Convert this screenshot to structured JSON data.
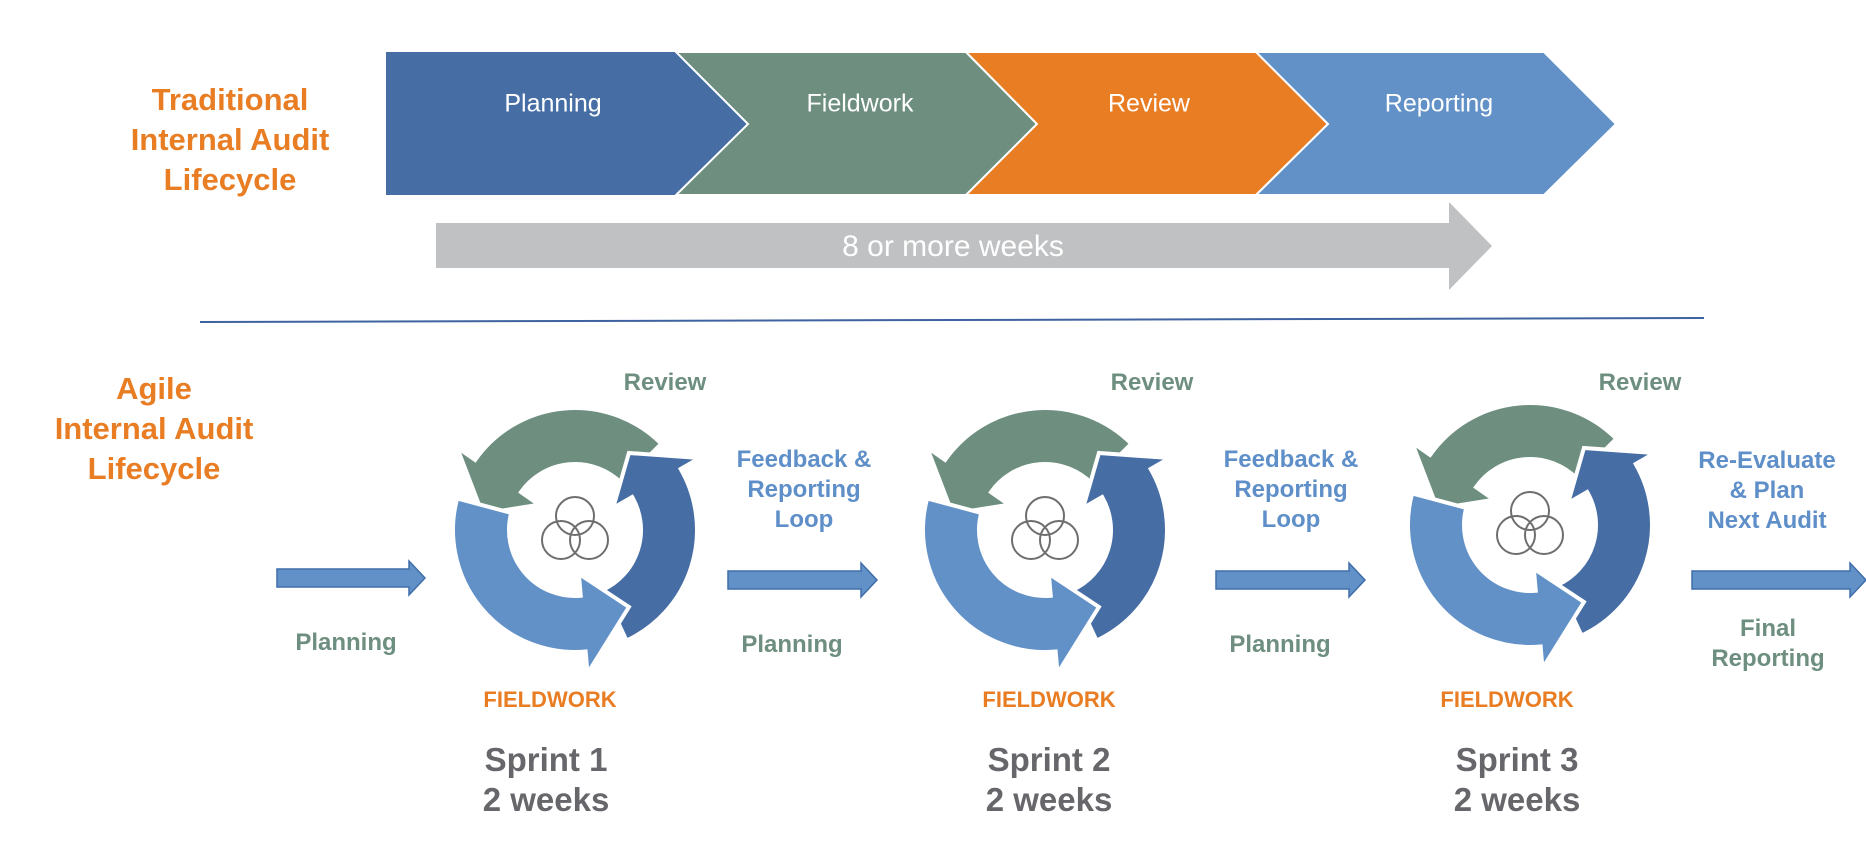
{
  "colors": {
    "orange": "#E87D24",
    "dark_blue": "#466EA5",
    "light_blue": "#6291C8",
    "sage_green": "#6E8F80",
    "gray_arrow": "#C0C1C3",
    "gray_text": "#66666B",
    "divider": "#3F62A0"
  },
  "traditional": {
    "heading_lines": [
      "Traditional",
      "Internal Audit",
      "Lifecycle"
    ],
    "phases": [
      {
        "label": "Planning",
        "color": "#466EA5"
      },
      {
        "label": "Fieldwork",
        "color": "#6E8F80"
      },
      {
        "label": "Review",
        "color": "#E87D24"
      },
      {
        "label": "Reporting",
        "color": "#6291C8"
      }
    ],
    "duration_label": "8 or more weeks"
  },
  "agile": {
    "heading_lines": [
      "Agile",
      "Internal Audit",
      "Lifecycle"
    ],
    "start_label": "Planning",
    "sprints": [
      {
        "review_label": "Review",
        "fieldwork_label": "FIELDWORK",
        "name": "Sprint 1",
        "duration": "2 weeks"
      },
      {
        "review_label": "Review",
        "fieldwork_label": "FIELDWORK",
        "name": "Sprint 2",
        "duration": "2 weeks"
      },
      {
        "review_label": "Review",
        "fieldwork_label": "FIELDWORK",
        "name": "Sprint 3",
        "duration": "2 weeks"
      }
    ],
    "transitions": [
      {
        "top_lines": [
          "Feedback &",
          "Reporting",
          "Loop"
        ],
        "bottom_lines": [
          "Planning"
        ]
      },
      {
        "top_lines": [
          "Feedback &",
          "Reporting",
          "Loop"
        ],
        "bottom_lines": [
          "Planning"
        ]
      },
      {
        "top_lines": [
          "Re-Evaluate",
          "& Plan",
          "Next Audit"
        ],
        "bottom_lines": [
          "Final",
          "Reporting"
        ]
      }
    ]
  }
}
